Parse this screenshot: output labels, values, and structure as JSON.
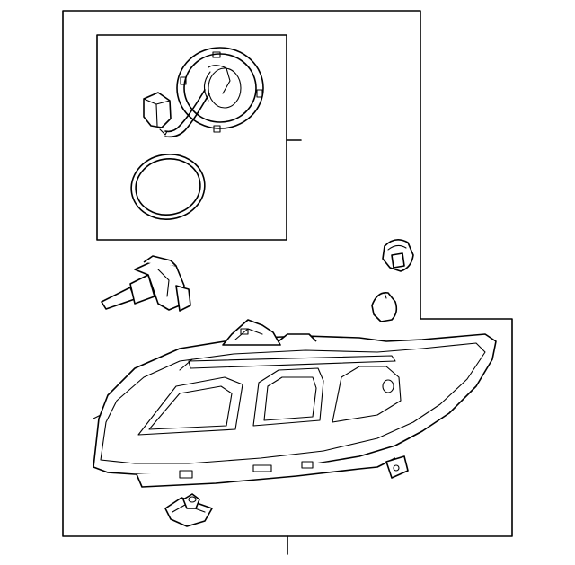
{
  "diagram": {
    "parts": [
      {
        "name": "headlight-assembly-frame"
      },
      {
        "name": "socket-harness-inset"
      },
      {
        "name": "bulb-socket-harness"
      },
      {
        "name": "seal-gasket"
      },
      {
        "name": "headlight-bulb"
      },
      {
        "name": "side-marker-socket"
      },
      {
        "name": "side-marker-bulb"
      },
      {
        "name": "headlamp-housing"
      },
      {
        "name": "mounting-clip"
      }
    ],
    "colors": {
      "line": "#000000",
      "background": "#ffffff",
      "frame_fill": "#fafafa"
    }
  }
}
